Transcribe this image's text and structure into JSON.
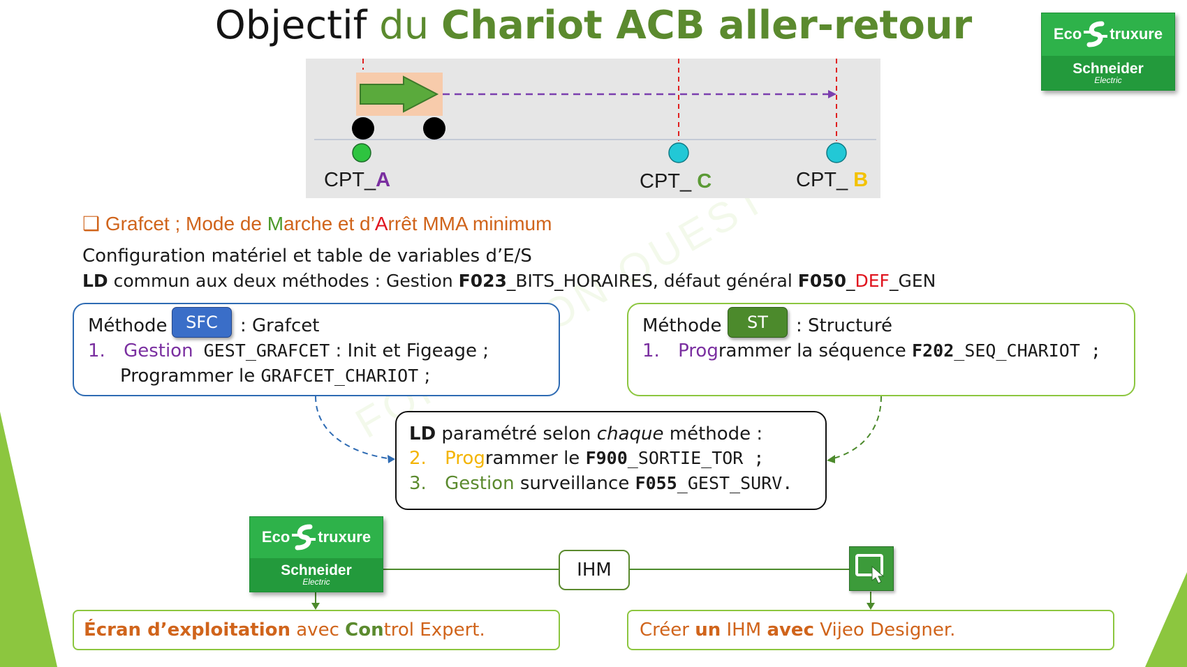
{
  "title": {
    "part1": "Objectif ",
    "part2": "du ",
    "part3": "Chariot ACB aller-retour"
  },
  "logo": {
    "eco": "Eco",
    "truxure": "truxure",
    "brand": "Schneider",
    "sub": "Electric"
  },
  "diagram": {
    "sensors": [
      {
        "prefix": "CPT_",
        "letter": "A",
        "color": "#7a2fa0",
        "dot_color": "#2ec440"
      },
      {
        "prefix": "CPT_ ",
        "letter": "C",
        "color": "#5b9a35",
        "dot_color": "#22c8d6"
      },
      {
        "prefix": "CPT_ ",
        "letter": "B",
        "color": "#f3c200",
        "dot_color": "#22c8d6"
      }
    ],
    "arrow_color": "#5aaa3c",
    "dash_color": "#7b3fae"
  },
  "heading": {
    "bullet": "❑",
    "p1": "Grafcet ; Mode de ",
    "m": "M",
    "p2": "arche et d’",
    "a": "A",
    "p3": "rrêt MMA minimum"
  },
  "config_line": "Configuration matériel et table de variables d’E/S",
  "ld_line": {
    "ld": "LD",
    "t1": " commun aux deux méthodes : Gestion ",
    "f023": "F023",
    "t2": "_BITS_HORAIRES, défaut général ",
    "f050": "F050",
    "u1": "_",
    "def": "DEF",
    "t3": "_GEN"
  },
  "sfc_box": {
    "methode": "Méthode",
    "tag": "SFC",
    "desc": ": Grafcet",
    "num": "1.",
    "gestion": "Gestion",
    "code1": " GEST_GRAFCET",
    "rest1": " : Init et Figeage ;",
    "l2a": "Programmer le ",
    "code2": "GRAFCET_CHARIOT",
    "l2b": " ;"
  },
  "st_box": {
    "methode": "Méthode",
    "tag": "ST",
    "desc": ": Structuré",
    "num": "1.",
    "prog": "Prog",
    "t1": "rammer la séquence ",
    "f202": "F202",
    "t2": "_SEQ_CHARIOT ;"
  },
  "ld_box": {
    "ld": "LD",
    "t1": " paramétré selon ",
    "chaque": "chaque",
    "t2": " méthode :",
    "n2": "2.",
    "prog": "Prog",
    "t3": "rammer le ",
    "f900": "F900",
    "t4": "_SORTIE_TOR ;",
    "n3": "3.",
    "gestion": "Gestion",
    "t5": " surveillance ",
    "f055": "F055",
    "t6": "_GEST_SURV."
  },
  "ihm_label": "IHM",
  "bottom_left": {
    "ecran": "Écran d’exploitation",
    "avec": " avec ",
    "con": "Con",
    "trol": "trol",
    "expert": " Expert."
  },
  "bottom_right": {
    "creer": "Créer ",
    "un": "un",
    "ihm": " IHM ",
    "avec": "avec",
    "vijeo": " Vijeo Designer."
  },
  "watermark": "FORMATION OUEST",
  "colors": {
    "green": "#5b8a2e",
    "orange": "#d0641b",
    "purple": "#7a2fa0",
    "yellow": "#f3b400",
    "red": "#e0141e",
    "blue": "#2e6bb3",
    "sfc_blue": "#3a6ec8",
    "st_green": "#4c8a2c",
    "lime": "#8cc63f"
  }
}
